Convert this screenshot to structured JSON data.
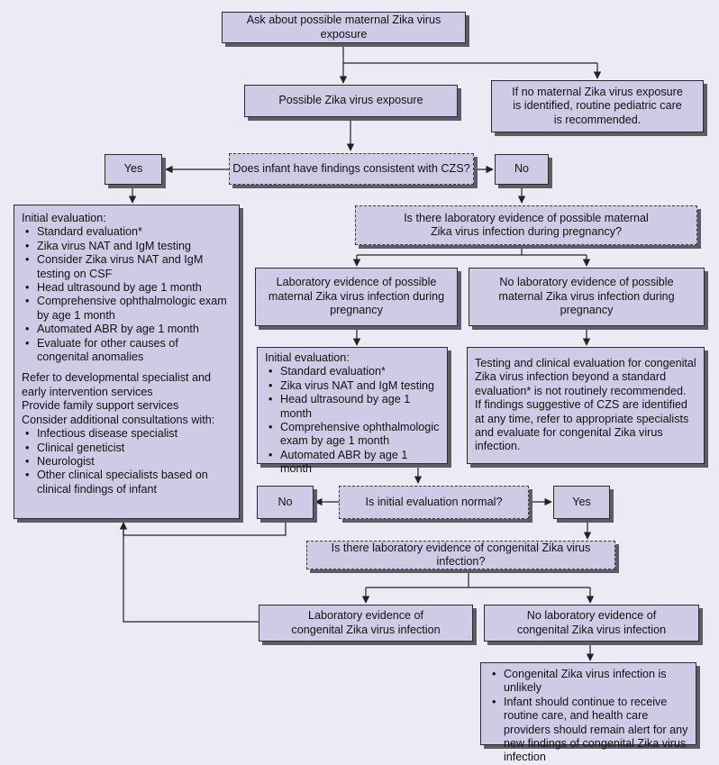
{
  "nodes": {
    "ask": {
      "lines": [
        "Ask about possible maternal Zika virus exposure"
      ]
    },
    "possible_exposure": {
      "lines": [
        "Possible Zika virus exposure"
      ]
    },
    "no_exposure": {
      "lines": [
        "If no maternal Zika virus exposure",
        "is identified, routine pediatric care",
        "is recommended."
      ]
    },
    "czs_question": {
      "lines": [
        "Does infant have findings consistent with CZS?"
      ]
    },
    "yes_top": {
      "lines": [
        "Yes"
      ]
    },
    "no_top": {
      "lines": [
        "No"
      ]
    },
    "lab_maternal_question": {
      "lines": [
        "Is there laboratory evidence of possible maternal",
        "Zika virus infection during pregnancy?"
      ]
    },
    "lab_evidence_maternal": {
      "lines": [
        "Laboratory evidence of possible",
        "maternal Zika virus infection during",
        "pregnancy"
      ]
    },
    "no_lab_evidence_maternal": {
      "lines": [
        "No laboratory evidence of possible",
        "maternal Zika virus infection during",
        "pregnancy"
      ]
    },
    "initial_eval_left": {
      "heading": "Initial evaluation:",
      "bullets": [
        "Standard evaluation*",
        "Zika virus NAT and IgM testing",
        "Consider Zika virus NAT and IgM testing on CSF",
        "Head ultrasound by age 1 month",
        "Comprehensive ophthalmologic exam by age 1 month",
        "Automated ABR by age 1 month",
        "Evaluate for other causes of congenital anomalies"
      ],
      "lines": [
        "Refer to developmental specialist and early intervention services",
        "Provide family support services",
        "Consider additional consultations with:"
      ],
      "bullets2": [
        "Infectious disease specialist",
        "Clinical geneticist",
        "Neurologist",
        "Other clinical specialists based on clinical findings of infant"
      ]
    },
    "initial_eval_mid": {
      "heading": "Initial evaluation:",
      "bullets": [
        "Standard evaluation*",
        "Zika virus NAT and IgM testing",
        "Head ultrasound by age 1 month",
        "Comprehensive ophthalmologic exam by age 1 month",
        "Automated ABR by age 1 month"
      ]
    },
    "testing_not_recommended": {
      "paragraphs": [
        "Testing and clinical evaluation for congenital Zika virus infection beyond a standard evaluation* is not routinely recommended.",
        "If findings suggestive of CZS are identified at any time, refer to appropriate specialists and evaluate for congenital Zika virus infection."
      ]
    },
    "normal_question": {
      "lines": [
        "Is initial evaluation normal?"
      ]
    },
    "no_mid": {
      "lines": [
        "No"
      ]
    },
    "yes_mid": {
      "lines": [
        "Yes"
      ]
    },
    "congenital_question": {
      "lines": [
        "Is there laboratory evidence of congenital Zika virus infection?"
      ]
    },
    "lab_evidence_congenital": {
      "lines": [
        "Laboratory evidence of",
        "congenital Zika virus infection"
      ]
    },
    "no_lab_evidence_congenital": {
      "lines": [
        "No laboratory evidence of",
        "congenital Zika virus infection"
      ]
    },
    "unlikely": {
      "bullets": [
        "Congenital Zika virus infection is unlikely",
        "Infant should continue to receive routine care, and health care providers should remain alert for any new findings of congenital Zika virus infection"
      ]
    }
  }
}
